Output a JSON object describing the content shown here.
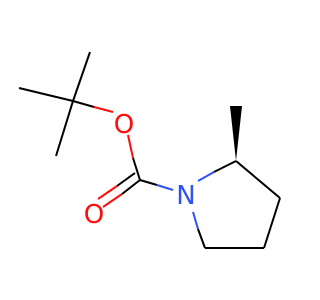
{
  "molecule": {
    "atoms": [
      {
        "id": "o-ether",
        "symbol": "O",
        "color": "#ff0d0d"
      },
      {
        "id": "o-carbonyl",
        "symbol": "O",
        "color": "#ff0d0d"
      },
      {
        "id": "n-ring",
        "symbol": "N",
        "color": "#3050f8"
      }
    ],
    "bond_color": "#000000"
  }
}
